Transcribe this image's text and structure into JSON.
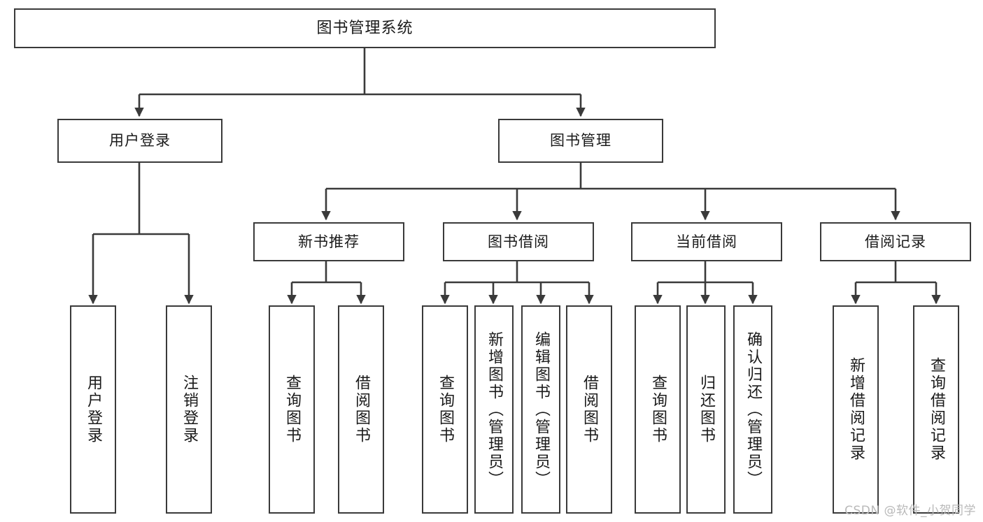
{
  "diagram": {
    "title": "图书管理系统",
    "type": "tree",
    "orientation": "top-down",
    "line_color": "#3a3a3a",
    "box_fill": "#ffffff",
    "text_color": "#1a1a1a"
  },
  "nodes": {
    "root": {
      "label": "图书管理系统"
    },
    "level2": [
      {
        "id": "user-login",
        "label": "用户登录"
      },
      {
        "id": "book-manage",
        "label": "图书管理"
      }
    ],
    "level3": [
      {
        "id": "new-book-rec",
        "label": "新书推荐"
      },
      {
        "id": "book-borrow",
        "label": "图书借阅"
      },
      {
        "id": "current-borrow",
        "label": "当前借阅"
      },
      {
        "id": "borrow-record",
        "label": "借阅记录"
      }
    ],
    "leaves": [
      {
        "id": "leaf-user-login",
        "label": "用户登录",
        "parent": "user-login"
      },
      {
        "id": "leaf-logout",
        "label": "注销登录",
        "parent": "user-login"
      },
      {
        "id": "leaf-query-book-1",
        "label": "查询图书",
        "parent": "new-book-rec"
      },
      {
        "id": "leaf-borrow-book-1",
        "label": "借阅图书",
        "parent": "new-book-rec"
      },
      {
        "id": "leaf-query-book-2",
        "label": "查询图书",
        "parent": "book-borrow"
      },
      {
        "id": "leaf-add-book",
        "label": "新增图书（管理员）",
        "parent": "book-borrow"
      },
      {
        "id": "leaf-edit-book",
        "label": "编辑图书（管理员）",
        "parent": "book-borrow"
      },
      {
        "id": "leaf-borrow-book-2",
        "label": "借阅图书",
        "parent": "book-borrow"
      },
      {
        "id": "leaf-query-book-3",
        "label": "查询图书",
        "parent": "current-borrow"
      },
      {
        "id": "leaf-return-book",
        "label": "归还图书",
        "parent": "current-borrow"
      },
      {
        "id": "leaf-confirm-return",
        "label": "确认归还（管理员）",
        "parent": "current-borrow"
      },
      {
        "id": "leaf-add-record",
        "label": "新增借阅记录",
        "parent": "borrow-record"
      },
      {
        "id": "leaf-query-record",
        "label": "查询借阅记录",
        "parent": "borrow-record"
      }
    ]
  },
  "watermark": {
    "text": "CSDN @软件_小贺同学"
  }
}
